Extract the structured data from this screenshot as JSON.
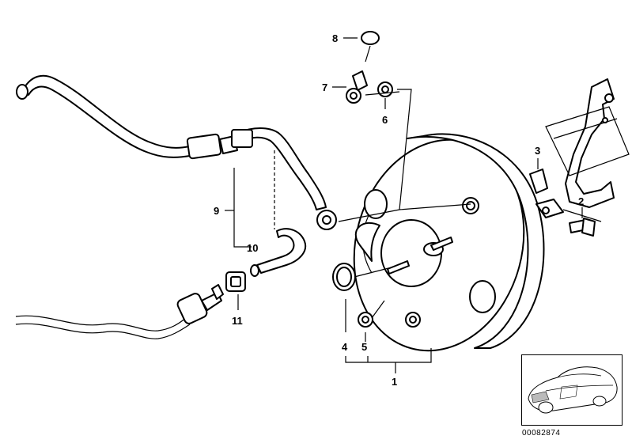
{
  "callouts": {
    "c1": "1",
    "c2": "2",
    "c3": "3",
    "c4": "4",
    "c5": "5",
    "c6": "6",
    "c7": "7",
    "c8": "8",
    "c9": "9",
    "c10": "10",
    "c11": "11"
  },
  "diagram_id": "00082874",
  "thumbnail_icon": "car-outline-icon"
}
